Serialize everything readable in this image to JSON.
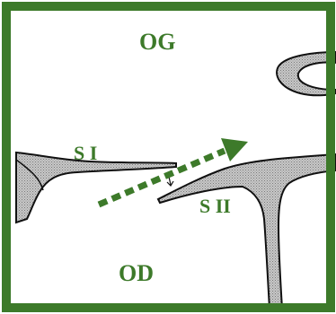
{
  "colors": {
    "border": "#3d7a2a",
    "label": "#3d7a2a",
    "arrow": "#3d7a2a",
    "outline": "#111111",
    "shading": "#b9b9b9",
    "background": "#ffffff"
  },
  "labels": {
    "og": "OG",
    "si": "S I",
    "sii": "S II",
    "od": "OD"
  },
  "arrow": {
    "style": "dashed",
    "direction": "up-right"
  }
}
